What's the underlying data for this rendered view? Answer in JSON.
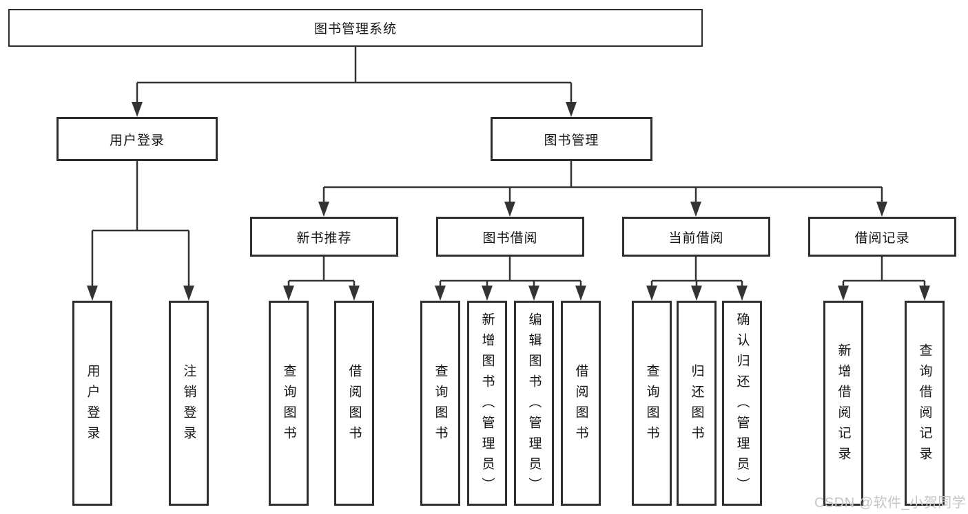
{
  "diagram_title": "图书管理系统",
  "colors": {
    "line": "#333333",
    "box_border": "#2e2e2e",
    "box_background": "#ffffff",
    "text": "#141414",
    "watermark": "#c6c6c6",
    "background": "#ffffff"
  },
  "watermark": {
    "text": "CSDN @软件_小贺同学"
  },
  "tree": {
    "root": {
      "label": "图书管理系统",
      "children": [
        {
          "label": "用户登录",
          "children": [
            {
              "label": "用户登录"
            },
            {
              "label": "注销登录"
            }
          ]
        },
        {
          "label": "图书管理",
          "children": [
            {
              "label": "新书推荐",
              "children": [
                {
                  "label": "查询图书"
                },
                {
                  "label": "借阅图书"
                }
              ]
            },
            {
              "label": "图书借阅",
              "children": [
                {
                  "label": "查询图书"
                },
                {
                  "label": "新增图书（管理员）"
                },
                {
                  "label": "编辑图书（管理员）"
                },
                {
                  "label": "借阅图书"
                }
              ]
            },
            {
              "label": "当前借阅",
              "children": [
                {
                  "label": "查询图书"
                },
                {
                  "label": "归还图书"
                },
                {
                  "label": "确认归还（管理员）"
                }
              ]
            },
            {
              "label": "借阅记录",
              "children": [
                {
                  "label": "新增借阅记录"
                },
                {
                  "label": "查询借阅记录"
                }
              ]
            }
          ]
        }
      ]
    }
  }
}
